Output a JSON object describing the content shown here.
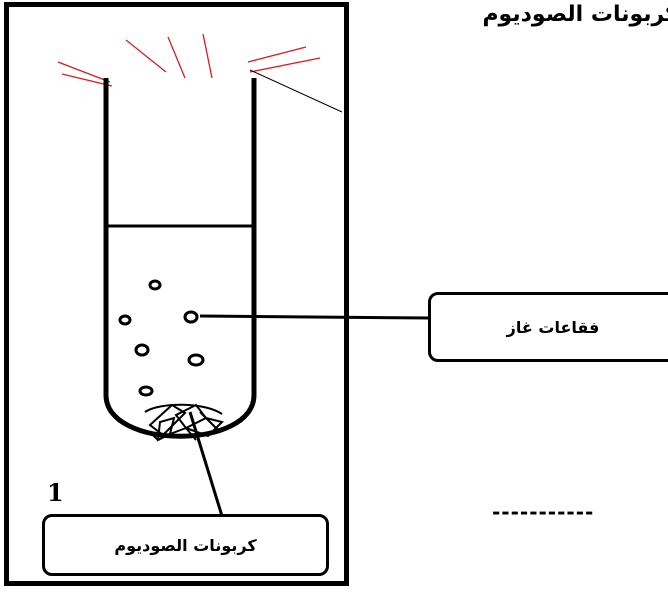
{
  "title": "كربونات الصوديوم",
  "labels": {
    "gas_bubbles": "فقاعات غاز",
    "sodium_carbonate": "كربونات الصوديوم",
    "tube_number": "1",
    "answer_blank": "-----------"
  },
  "colors": {
    "spark_lines": "#cc2222",
    "outline": "#000000"
  },
  "icons": {
    "test_tube": "test-tube-icon",
    "bubbles": "gas-bubble-icon",
    "sparks": "spark-icon"
  }
}
